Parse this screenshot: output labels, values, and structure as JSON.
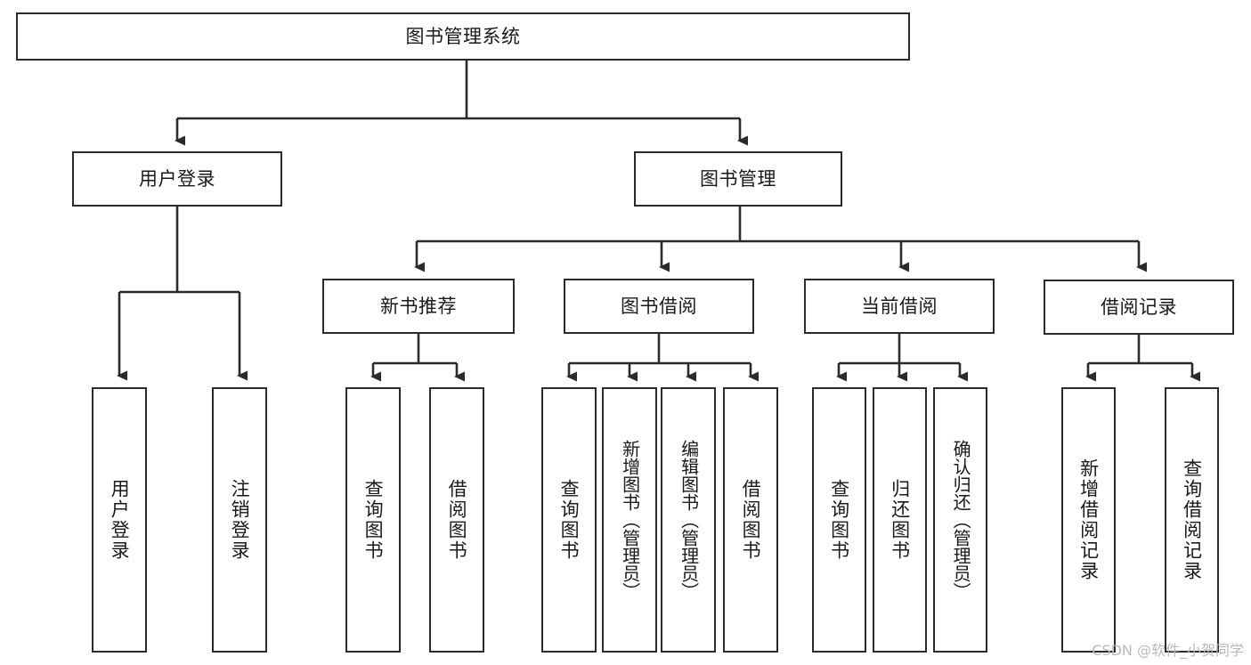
{
  "diagram": {
    "title": "图书管理系统",
    "type": "tree",
    "root": {
      "id": "root",
      "label": "图书管理系统",
      "orientation": "horizontal"
    },
    "level2": [
      {
        "id": "user-login",
        "label": "用户登录",
        "orientation": "horizontal"
      },
      {
        "id": "book-manage",
        "label": "图书管理",
        "orientation": "horizontal"
      }
    ],
    "level3": [
      {
        "id": "new-book-recommend",
        "label": "新书推荐",
        "orientation": "horizontal",
        "parent": "book-manage"
      },
      {
        "id": "book-borrow",
        "label": "图书借阅",
        "orientation": "horizontal",
        "parent": "book-manage"
      },
      {
        "id": "current-borrow",
        "label": "当前借阅",
        "orientation": "horizontal",
        "parent": "book-manage"
      },
      {
        "id": "borrow-record",
        "label": "借阅记录",
        "orientation": "horizontal",
        "parent": "book-manage"
      }
    ],
    "leaves": [
      {
        "id": "leaf-user-login",
        "label": "用户登录",
        "parent": "user-login",
        "orientation": "vertical"
      },
      {
        "id": "leaf-user-logout",
        "label": "注销登录",
        "parent": "user-login",
        "orientation": "vertical"
      },
      {
        "id": "leaf-query-book-1",
        "label": "查询图书",
        "parent": "new-book-recommend",
        "orientation": "vertical"
      },
      {
        "id": "leaf-borrow-book-1",
        "label": "借阅图书",
        "parent": "new-book-recommend",
        "orientation": "vertical"
      },
      {
        "id": "leaf-query-book-2",
        "label": "查询图书",
        "parent": "book-borrow",
        "orientation": "vertical"
      },
      {
        "id": "leaf-add-book",
        "label": "新增图书（管理员）",
        "parent": "book-borrow",
        "orientation": "vertical"
      },
      {
        "id": "leaf-edit-book",
        "label": "编辑图书（管理员）",
        "parent": "book-borrow",
        "orientation": "vertical"
      },
      {
        "id": "leaf-borrow-book-2",
        "label": "借阅图书",
        "parent": "book-borrow",
        "orientation": "vertical"
      },
      {
        "id": "leaf-query-book-3",
        "label": "查询图书",
        "parent": "current-borrow",
        "orientation": "vertical"
      },
      {
        "id": "leaf-return-book",
        "label": "归还图书",
        "parent": "current-borrow",
        "orientation": "vertical"
      },
      {
        "id": "leaf-confirm-return",
        "label": "确认归还（管理员）",
        "parent": "current-borrow",
        "orientation": "vertical"
      },
      {
        "id": "leaf-add-record",
        "label": "新增借阅记录",
        "parent": "borrow-record",
        "orientation": "vertical"
      },
      {
        "id": "leaf-query-record",
        "label": "查询借阅记录",
        "parent": "borrow-record",
        "orientation": "vertical"
      }
    ]
  },
  "watermark": {
    "text": "CSDN @软件_小贺同学"
  },
  "colors": {
    "stroke": "#2b2b2b",
    "fill": "#ffffff",
    "text": "#1a1a1a",
    "watermark": "#b9b9b9"
  }
}
